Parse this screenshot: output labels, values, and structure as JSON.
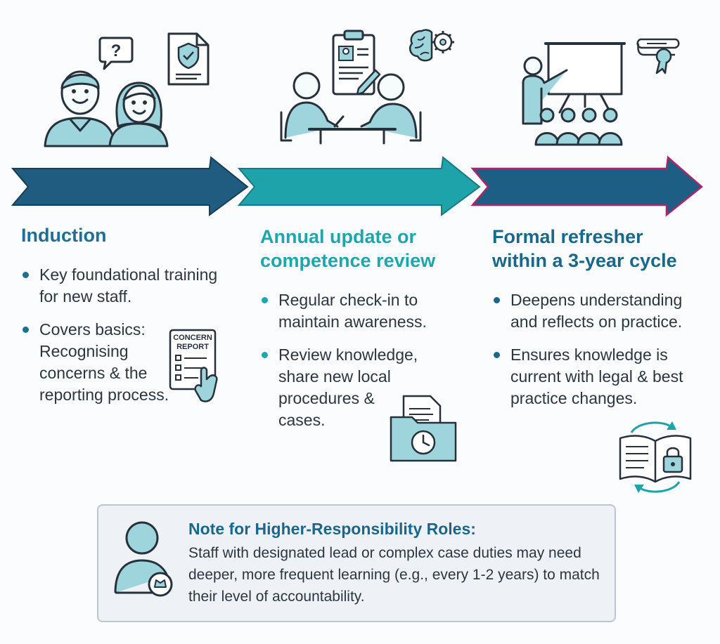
{
  "stages": [
    {
      "title": "Induction",
      "bullets": [
        "Key foundational training for new staff.",
        "Covers basics: Recognising concerns & the reporting process."
      ]
    },
    {
      "title": "Annual update or competence review",
      "bullets": [
        "Regular check-in to maintain awareness.",
        "Review knowledge, share new local procedures & cases."
      ]
    },
    {
      "title": "Formal refresher within a 3-year cycle",
      "bullets": [
        "Deepens understanding and reflects on practice.",
        "Ensures knowledge is current with legal & best practice changes."
      ]
    }
  ],
  "concern_report": {
    "line1": "CONCERN",
    "line2": "REPORT"
  },
  "note": {
    "title": "Note for Higher-Responsibility Roles:",
    "body": "Staff with designated lead or complex case duties may need deeper, more frequent learning (e.g., every 1-2 years) to match their level of accountability."
  },
  "colors": {
    "arrow1": "#1f5c80",
    "arrow2": "#1fa3ab",
    "arrow3": "#1d5f84",
    "arrow3_outline": "#b0246a",
    "icon_fill": "#9ed5dc",
    "icon_stroke": "#26313b"
  },
  "icons": [
    "staff-pair-icon",
    "question-bubble-icon",
    "shield-document-icon",
    "review-meeting-icon",
    "clipboard-profile-icon",
    "brain-gear-icon",
    "presentation-audience-icon",
    "certificate-scroll-icon",
    "concern-report-form-icon",
    "folder-clock-icon",
    "book-lock-cycle-icon",
    "person-badge-icon"
  ]
}
